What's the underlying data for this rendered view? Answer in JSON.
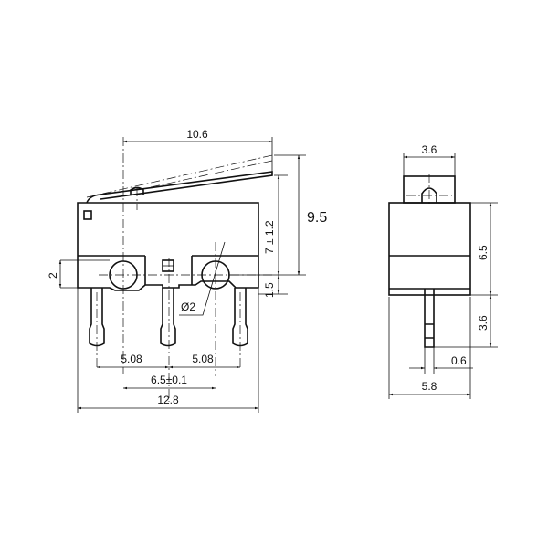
{
  "front_view": {
    "dim_lever_span": "10.6",
    "dim_total_height": "9.5",
    "dim_lever_height": "7 ± 1.2",
    "dim_hole_diameter_vertical": "2",
    "dim_hole_offset": "1.5",
    "dim_hole_diameter": "Ø2",
    "dim_pin_pitch_left": "5.08",
    "dim_pin_pitch_right": "5.08",
    "dim_hole_pitch": "6.5±0.1",
    "dim_body_length": "12.8"
  },
  "side_view": {
    "dim_actuator_width": "3.6",
    "dim_body_height": "6.5",
    "dim_pin_length": "3.6",
    "dim_pin_thickness": "0.6",
    "dim_body_width": "5.8"
  },
  "colors": {
    "line": "#111111",
    "background": "#ffffff"
  }
}
